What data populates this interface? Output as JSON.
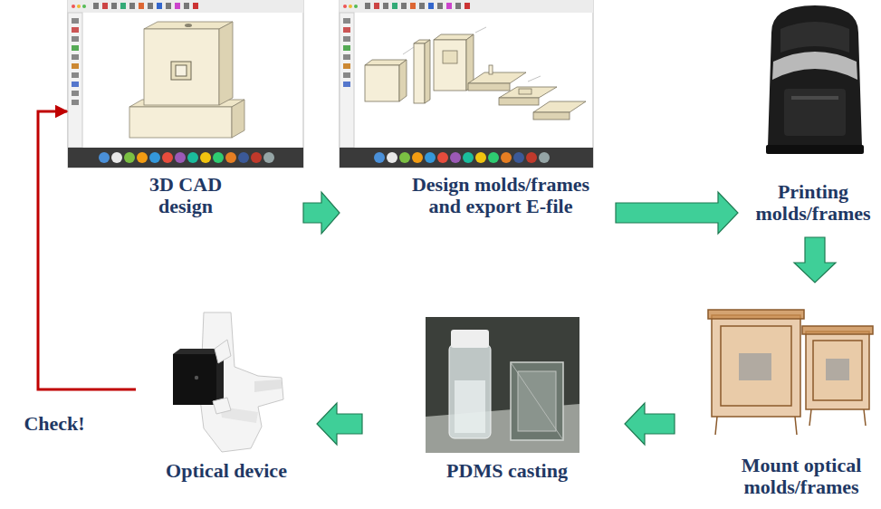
{
  "diagram": {
    "nodes": [
      {
        "text": [
          "3D CAD design"
        ]
      },
      {
        "text": [
          "Design molds/frames and export E-file"
        ]
      },
      {
        "text": [
          "Printing molds/frames"
        ]
      },
      {
        "text": [
          "Mount optical molds/frames"
        ]
      },
      {
        "text": [
          "PDMS casting"
        ]
      },
      {
        "text": [
          "Optical device"
        ]
      }
    ],
    "edges": [
      {
        "from": 0,
        "to": 1,
        "arrow": "to"
      },
      {
        "from": 1,
        "to": 2,
        "arrow": "to"
      },
      {
        "from": 2,
        "to": 3,
        "arrow": "to"
      },
      {
        "from": 3,
        "to": 4,
        "arrow": "to"
      },
      {
        "from": 4,
        "to": 5,
        "arrow": "to"
      },
      {
        "from": 5,
        "to": 0,
        "label": "Check!",
        "arrow": "to"
      }
    ]
  }
}
